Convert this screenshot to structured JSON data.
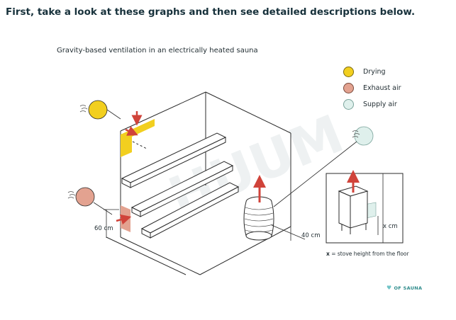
{
  "heading": "First, take a look at these graphs and then see detailed descriptions below.",
  "diagram_title": "Gravity-based ventilation in an electrically heated sauna",
  "legend": [
    {
      "label": "Drying",
      "color": "#f2cf1f",
      "border": "#7a6a10"
    },
    {
      "label": "Exhaust air",
      "color": "#e3a290",
      "border": "#7a4a3c"
    },
    {
      "label": "Supply air",
      "color": "#dff0ec",
      "border": "#7aa39b"
    }
  ],
  "annotations": {
    "vent_height": "60 cm",
    "stove_distance": "40 cm",
    "stove_height_var": "x cm",
    "footnote_var": "x",
    "footnote_text": " = stove height from the floor"
  },
  "watermark": "HUUM",
  "brand": {
    "icon": "heart-icon",
    "text": "OF SAUNA"
  }
}
